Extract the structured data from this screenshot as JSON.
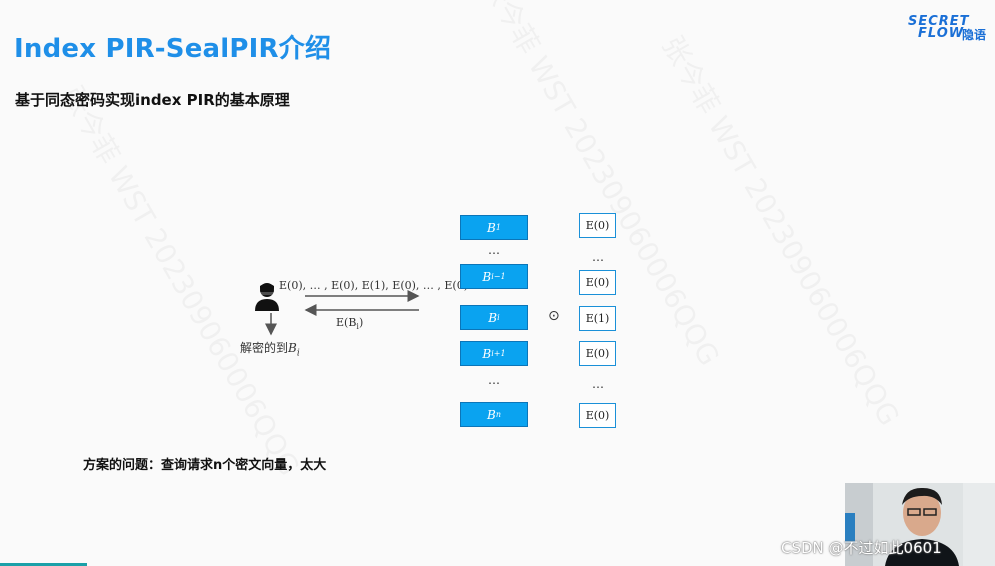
{
  "slide": {
    "title": "Index PIR-SealPIR介绍",
    "subtitle": "基于同态密码实现index PIR的基本原理",
    "logo": {
      "line1": "SECRET",
      "line2": "FLOW",
      "line3": "隐语"
    },
    "brand_color": "#1f8fe8",
    "decrypt_label_prefix": "解密的到",
    "decrypt_label_var": "B",
    "decrypt_label_sub": "i",
    "query_label": "E(0), … , E(0), E(1), E(0), … , E(0)",
    "response_label": "E(B",
    "response_label_sub": "i",
    "response_label_end": ")",
    "database": [
      {
        "base": "B",
        "sub": "1"
      },
      {
        "base": "B",
        "sub": "i−1"
      },
      {
        "base": "B",
        "sub": "i"
      },
      {
        "base": "B",
        "sub": "i+1"
      },
      {
        "base": "B",
        "sub": "n"
      }
    ],
    "query_vector": [
      "E(0)",
      "E(0)",
      "E(1)",
      "E(0)",
      "E(0)"
    ],
    "ellipsis": "…",
    "operator": "⊙",
    "problem": "方案的问题：查询请求n个密文向量，太大",
    "watermark": "张今菲 WST 202309060006QQG"
  },
  "overlay": {
    "csdn": "CSDN @不过如此0601"
  },
  "icons": [
    "user-icon",
    "arrow-right-icon",
    "arrow-left-icon",
    "arrow-down-icon"
  ]
}
